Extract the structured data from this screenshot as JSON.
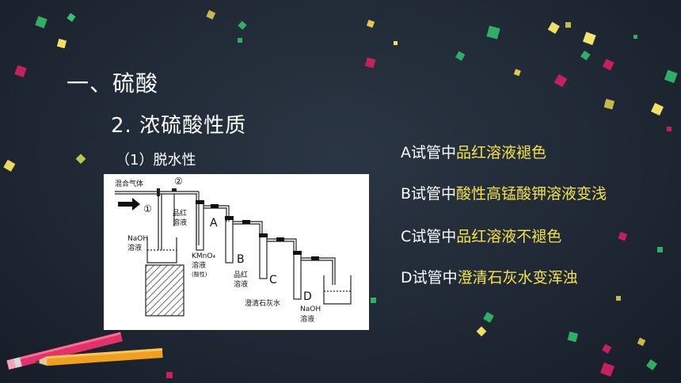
{
  "slide": {
    "section_title": "一、硫酸",
    "subsection_title": "2. 浓硫酸性质",
    "point_title": "（1）脱水性"
  },
  "observations": [
    {
      "prefix": "A试管中",
      "highlight": "品红溶液褪色"
    },
    {
      "prefix": "B试管中",
      "highlight": "酸性高锰酸钾溶液变浅"
    },
    {
      "prefix": "C试管中",
      "highlight": "品红溶液不褪色"
    },
    {
      "prefix": "D试管中",
      "highlight": "澄清石灰水变浑浊"
    }
  ],
  "diagram": {
    "gas_label": "混合气体",
    "valve1": "①",
    "valve2": "②",
    "naoh_left_1": "NaOH",
    "naoh_left_2": "溶液",
    "a_reagent_1": "品红",
    "a_reagent_2": "溶液",
    "label_a": "A",
    "b_reagent_1": "KMnO₄",
    "b_reagent_2": "溶液",
    "b_reagent_3": "(酸性)",
    "label_b": "B",
    "c_reagent_1": "品红",
    "c_reagent_2": "溶液",
    "label_c": "C",
    "d_reagent": "澄清石灰水",
    "label_d": "D",
    "naoh_right_1": "NaOH",
    "naoh_right_2": "溶液"
  },
  "colors": {
    "highlight": "#f4e24d",
    "text": "#ffffff",
    "background": "#1e2733"
  }
}
